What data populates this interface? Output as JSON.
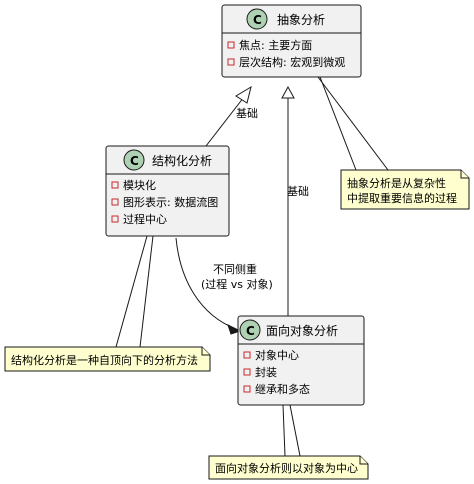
{
  "classes": {
    "abstract": {
      "stereo_letter": "C",
      "name": "抽象分析",
      "attributes": [
        "焦点: 主要方面",
        "层次结构: 宏观到微观"
      ]
    },
    "structured": {
      "stereo_letter": "C",
      "name": "结构化分析",
      "attributes": [
        "模块化",
        "图形表示: 数据流图",
        "过程中心"
      ]
    },
    "oo": {
      "stereo_letter": "C",
      "name": "面向对象分析",
      "attributes": [
        "对象中心",
        "封装",
        "继承和多态"
      ]
    }
  },
  "relations": {
    "structured_to_abstract": "基础",
    "oo_to_abstract": "基础",
    "structured_to_oo_line1": "不同侧重",
    "structured_to_oo_line2": "(过程 vs 对象)"
  },
  "notes": {
    "abstract_line1": "抽象分析是从复杂性",
    "abstract_line2": "中提取重要信息的过程",
    "structured": "结构化分析是一种自顶向下的分析方法",
    "oo": "面向对象分析则以对象为中心"
  },
  "colors": {
    "class_fill": "#f1f1f1",
    "border": "#181818",
    "circle_fill": "#add1b2",
    "attr_marker_border": "#c82930",
    "note_fill": "#fefece"
  }
}
